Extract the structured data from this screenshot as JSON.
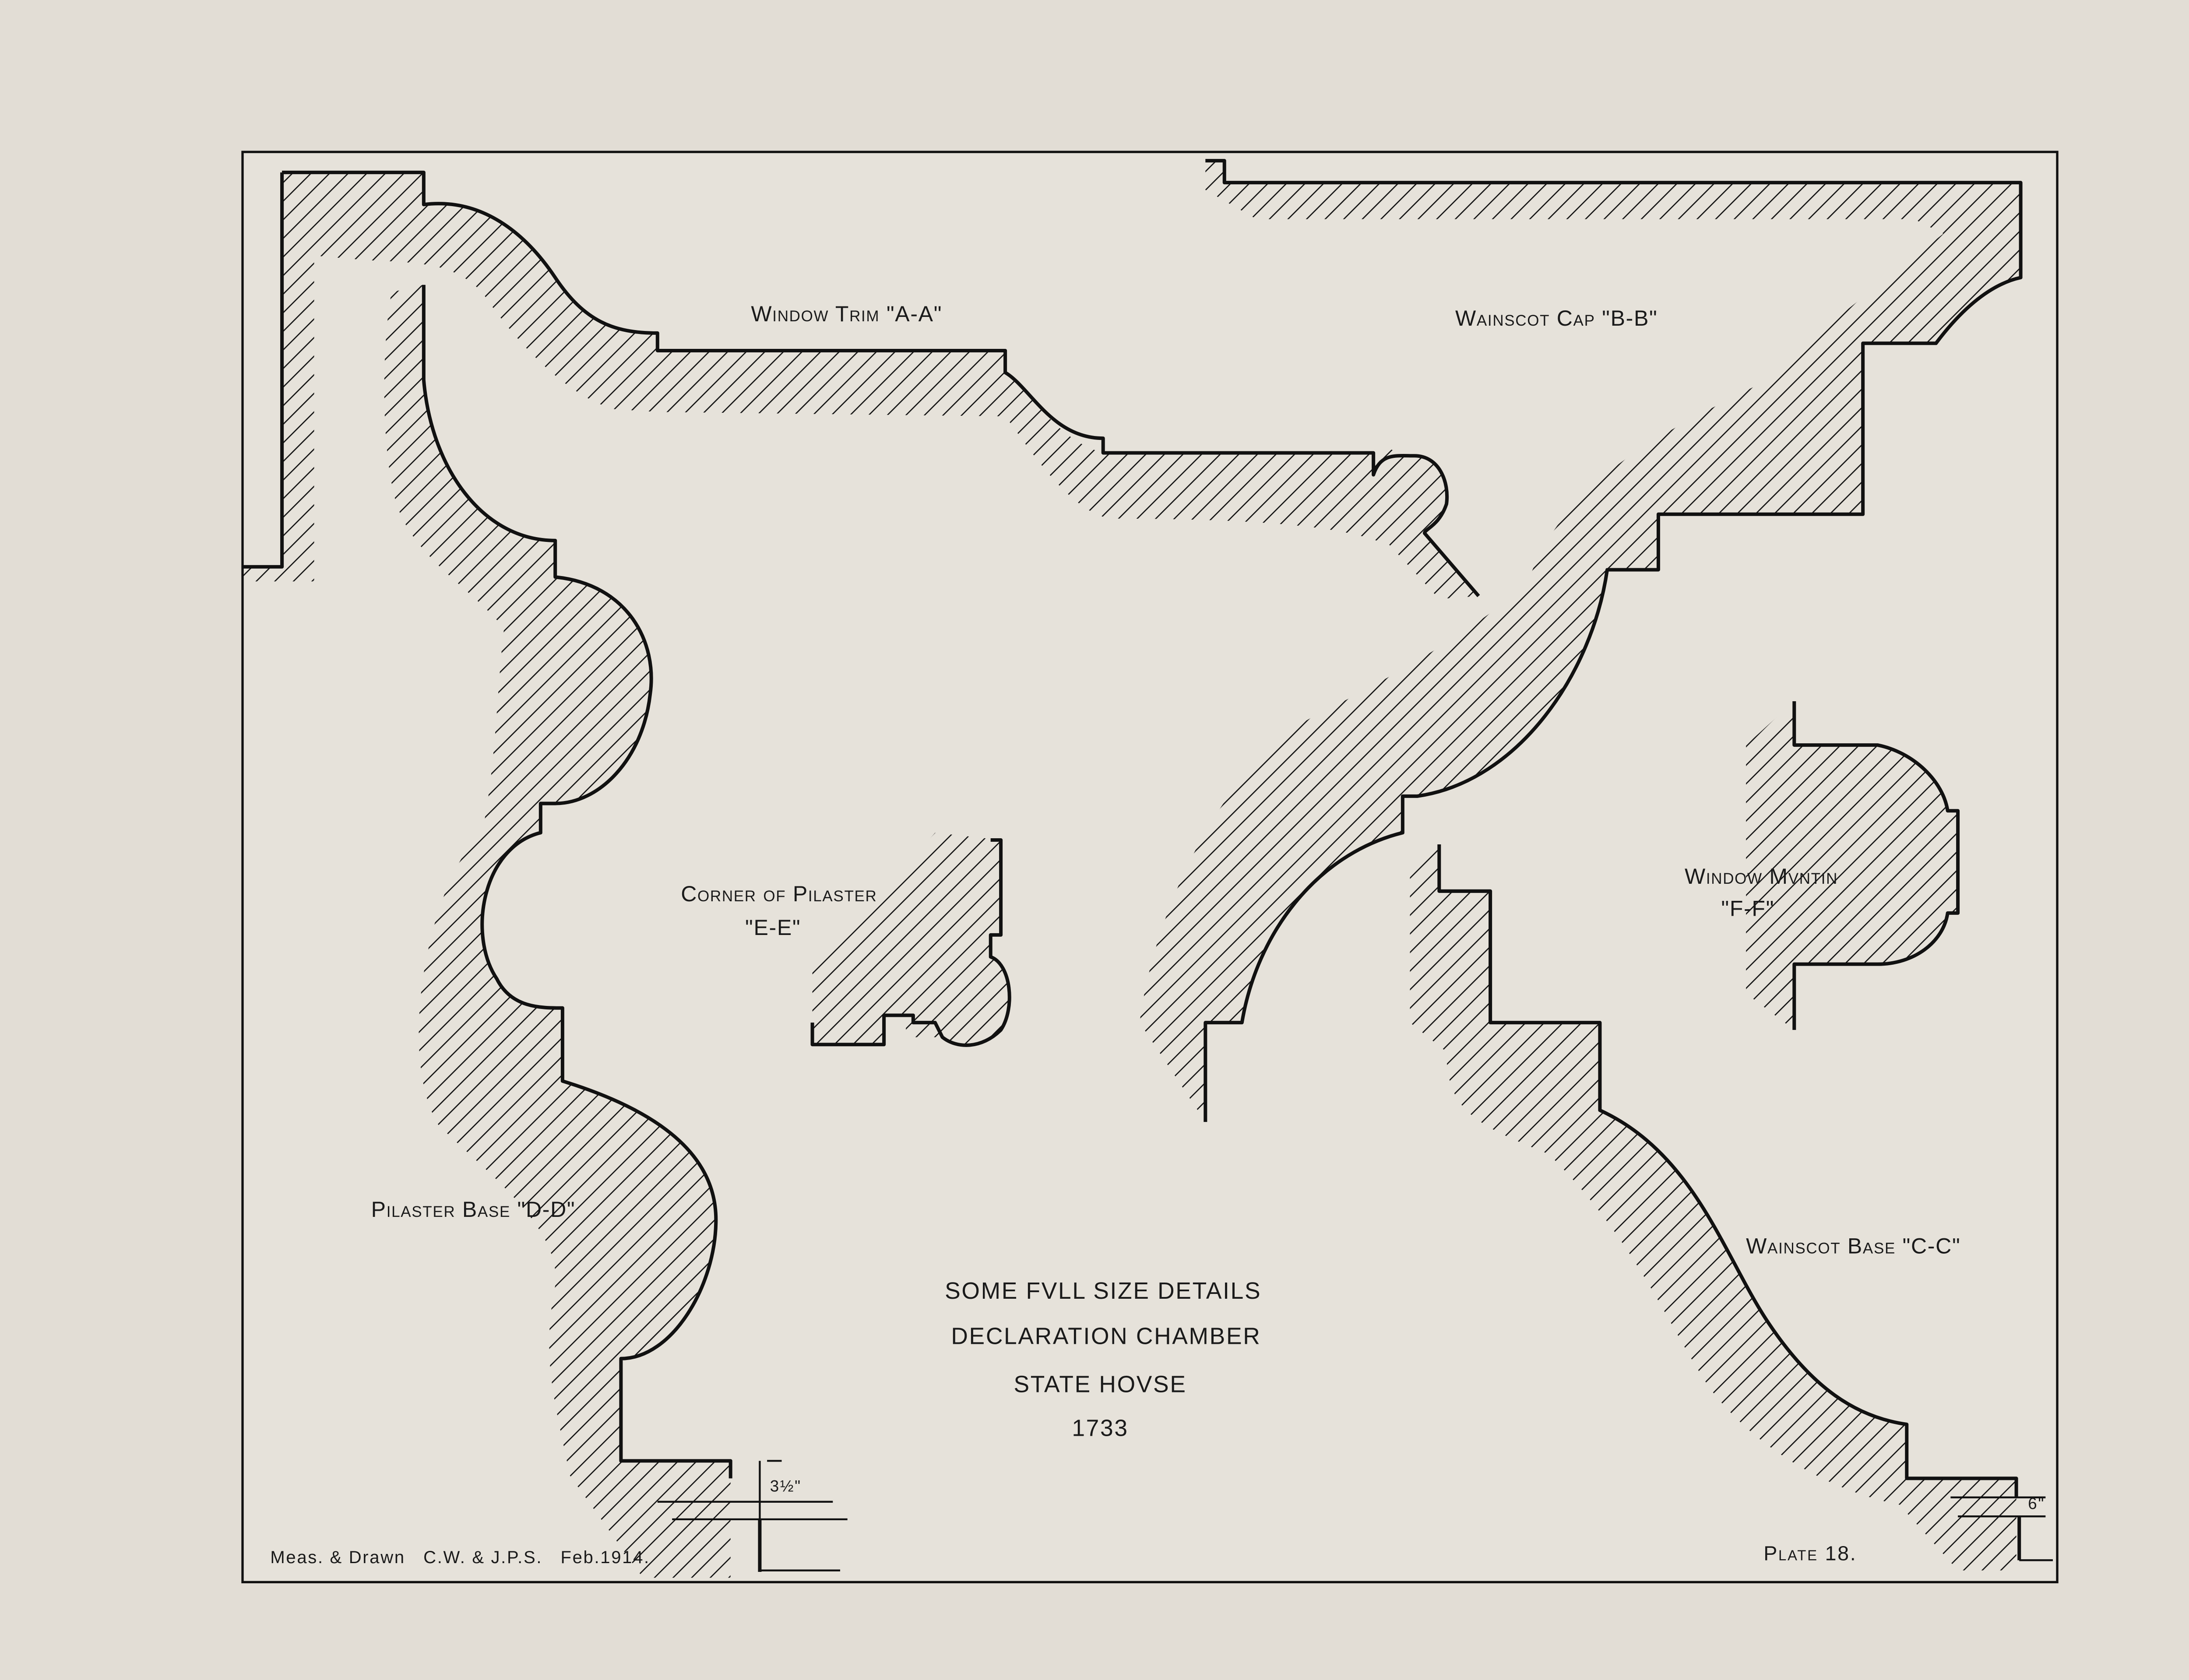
{
  "labels": {
    "window_trim": "Window Trim \"A-A\"",
    "wainscot_cap": "Wainscot Cap \"B-B\"",
    "corner_of_pilaster": "Corner of Pilaster",
    "corner_of_pilaster_code": "\"E-E\"",
    "window_muntin": "Window Mvntin",
    "window_muntin_code": "\"F-F\"",
    "pilaster_base": "Pilaster Base \"D-D\"",
    "wainscot_base": "Wainscot Base \"C-C\""
  },
  "title": {
    "line1": "SOME FVLL SIZE DETAILS",
    "line2": "DECLARATION CHAMBER",
    "line3": "STATE HOVSE",
    "line4": "1733"
  },
  "footer": {
    "credit": "Meas. & Drawn   C.W. & J.P.S.   Feb.1914.",
    "plate": "Plate 18."
  },
  "dimensions": {
    "pilaster_base_height": "3½\"",
    "wainscot_base_height": "6\""
  },
  "colors": {
    "paper": "#e2ddd5",
    "ink": "#111111"
  }
}
